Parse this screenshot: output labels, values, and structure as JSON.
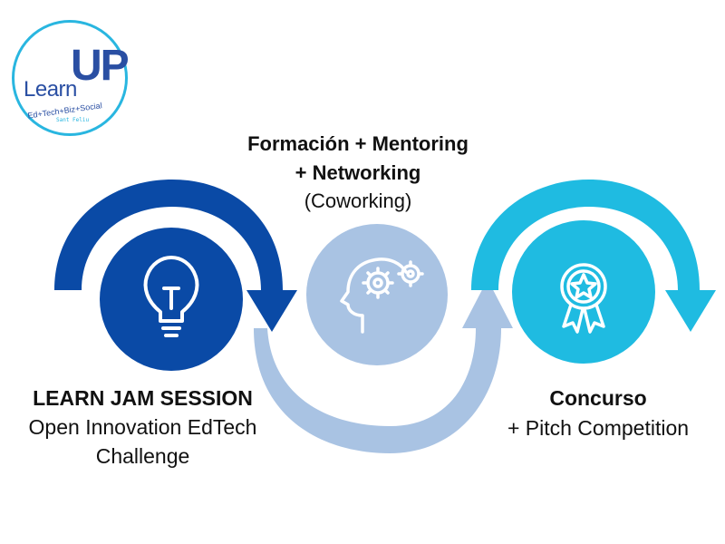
{
  "logo": {
    "word_learn": "Learn",
    "word_up": "UP",
    "tagline": "Ed+Tech+Biz+Social",
    "place": "Sant Feliu"
  },
  "colors": {
    "stage1": "#0a4aa6",
    "stage2": "#a9c3e3",
    "stage3": "#1fbbe1",
    "logo_ring": "#29b6e0",
    "icon": "#ffffff"
  },
  "stages": [
    {
      "icon": "lightbulb-icon",
      "title": "LEARN JAM SESSION",
      "subtitle": "Open Innovation EdTech Challenge"
    },
    {
      "icon": "head-gears-icon",
      "title_line1": "Formación + Mentoring",
      "title_line2": "+ Networking",
      "subtitle": "(Coworking)"
    },
    {
      "icon": "award-ribbon-icon",
      "title": "Concurso",
      "subtitle": "+ Pitch Competition"
    }
  ]
}
